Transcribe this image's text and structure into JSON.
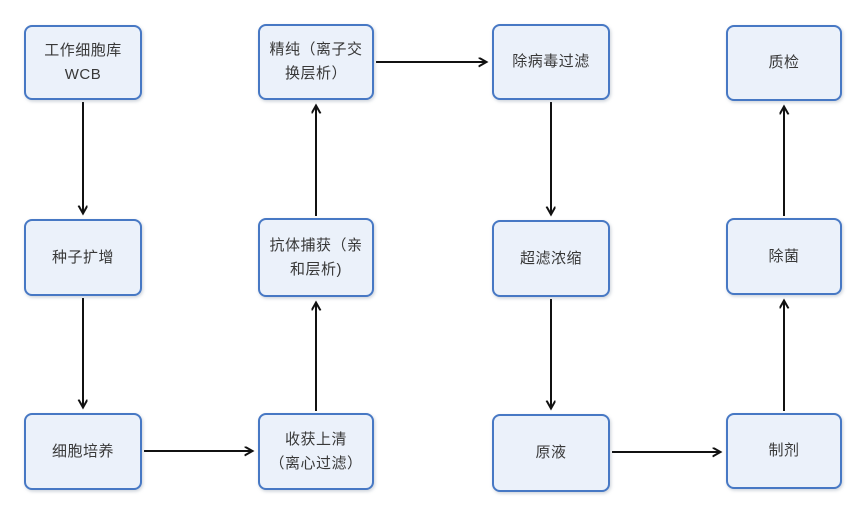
{
  "diagram": {
    "type": "flowchart",
    "background": "#ffffff",
    "colors": {
      "box_fill": "#ebf1fa",
      "box_border": "#4778c4",
      "arrow": "#111111",
      "text": "#383838"
    },
    "nodes": {
      "wcb": {
        "label": "工作细胞库\nWCB"
      },
      "seed": {
        "label": "种子扩增"
      },
      "cell": {
        "label": "细胞培养"
      },
      "polish": {
        "label": "精纯（离子交\n换层析）"
      },
      "capture": {
        "label": "抗体捕获（亲\n和层析)"
      },
      "harvest": {
        "label": "收获上清\n（离心过滤）"
      },
      "virus": {
        "label": "除病毒过滤"
      },
      "uf": {
        "label": "超滤浓缩"
      },
      "bulk": {
        "label": "原液"
      },
      "qc": {
        "label": "质检"
      },
      "sterile": {
        "label": "除菌"
      },
      "form": {
        "label": "制剂"
      }
    },
    "edges": [
      {
        "from": "wcb",
        "to": "seed",
        "direction": "down"
      },
      {
        "from": "seed",
        "to": "cell",
        "direction": "down"
      },
      {
        "from": "cell",
        "to": "harvest",
        "direction": "right"
      },
      {
        "from": "harvest",
        "to": "capture",
        "direction": "up"
      },
      {
        "from": "capture",
        "to": "polish",
        "direction": "up"
      },
      {
        "from": "polish",
        "to": "virus",
        "direction": "right"
      },
      {
        "from": "virus",
        "to": "uf",
        "direction": "down"
      },
      {
        "from": "uf",
        "to": "bulk",
        "direction": "down"
      },
      {
        "from": "bulk",
        "to": "form",
        "direction": "right"
      },
      {
        "from": "form",
        "to": "sterile",
        "direction": "up"
      },
      {
        "from": "sterile",
        "to": "qc",
        "direction": "up"
      }
    ]
  }
}
